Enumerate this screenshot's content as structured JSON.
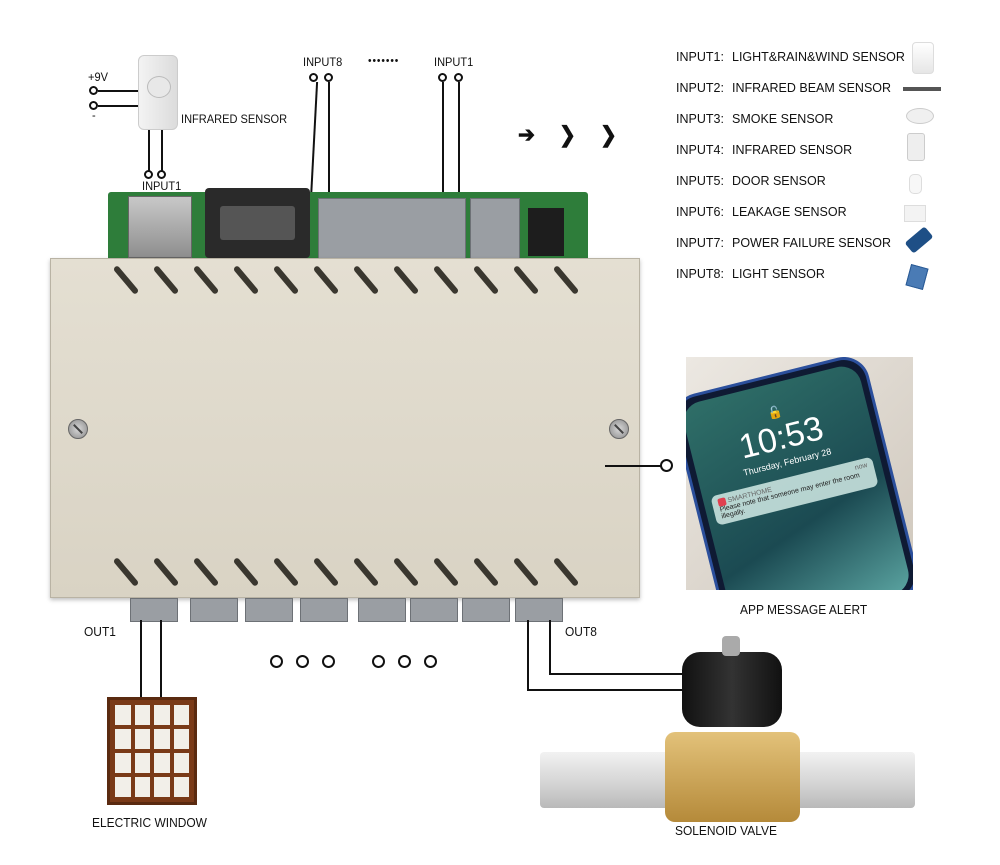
{
  "top_left_sensor": {
    "power_plus": "+9V",
    "power_minus": "-",
    "name": "INFRARED SENSOR",
    "input": "INPUT1"
  },
  "input_header": {
    "left": "INPUT8",
    "dots": "•••••••",
    "right": "INPUT1"
  },
  "arrows": "➔ ❯ ❯",
  "inputs": [
    {
      "key": "INPUT1:",
      "label": "LIGHT&RAIN&WIND SENSOR",
      "icon": "weather-sensor-icon"
    },
    {
      "key": "INPUT2:",
      "label": "INFRARED BEAM SENSOR",
      "icon": "beam-sensor-icon"
    },
    {
      "key": "INPUT3:",
      "label": "SMOKE SENSOR",
      "icon": "smoke-sensor-icon"
    },
    {
      "key": "INPUT4:",
      "label": "INFRARED SENSOR",
      "icon": "pir-sensor-icon"
    },
    {
      "key": "INPUT5:",
      "label": "DOOR SENSOR",
      "icon": "door-sensor-icon"
    },
    {
      "key": "INPUT6:",
      "label": "LEAKAGE SENSOR",
      "icon": "leakage-sensor-icon"
    },
    {
      "key": "INPUT7:",
      "label": "POWER FAILURE SENSOR",
      "icon": "power-failure-sensor-icon"
    },
    {
      "key": "INPUT8:",
      "label": "LIGHT SENSOR",
      "icon": "light-sensor-icon"
    }
  ],
  "phone": {
    "time": "10:53",
    "date": "Thursday, February 28",
    "app": "SMARTHOME",
    "ago": "now",
    "message": "Please note that someone may enter the room illegally.",
    "caption": "APP MESSAGE ALERT"
  },
  "outputs": {
    "first": "OUT1",
    "last": "OUT8"
  },
  "window_caption": "ELECTRIC WINDOW",
  "valve_caption": "SOLENOID VALVE"
}
